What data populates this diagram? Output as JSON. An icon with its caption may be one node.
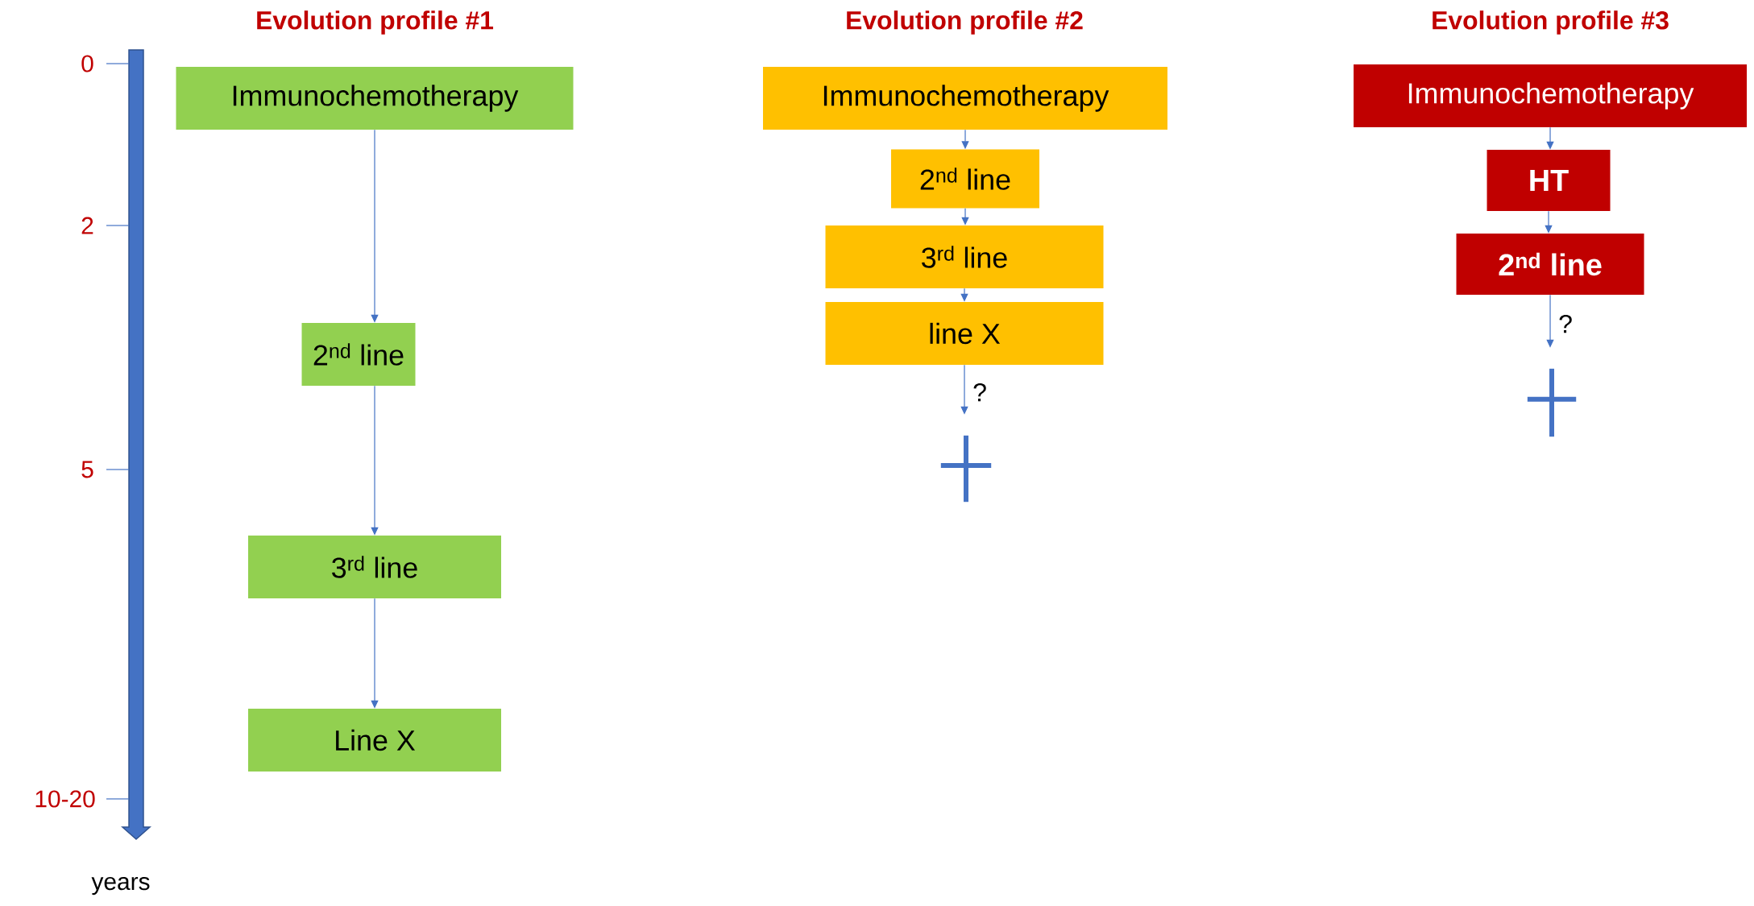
{
  "diagram": {
    "nodes": [
      {
        "text": [
          "Immunochemotherapy"
        ]
      },
      {
        "text": [
          "2$^{nd}$ line"
        ]
      },
      {
        "text": [
          "3$^{rd}$ line"
        ]
      },
      {
        "text": [
          "Line X"
        ]
      },
      {
        "text": [
          "Immunochemotherapy"
        ]
      },
      {
        "text": [
          "2$^{nd}$ line"
        ]
      },
      {
        "text": [
          "3$^{rd}$ line"
        ]
      },
      {
        "text": [
          "line X"
        ]
      },
      {
        "text": [],
        "shape": "cross"
      },
      {
        "text": [
          "Immunochemotherapy"
        ]
      },
      {
        "text": [
          "HT"
        ]
      },
      {
        "text": [
          "2$^{nd}$ line"
        ]
      },
      {
        "text": [],
        "shape": "cross"
      }
    ],
    "edges": [
      {
        "from": 0,
        "to": 1,
        "arrow": "to"
      },
      {
        "from": 1,
        "to": 2,
        "arrow": "to"
      },
      {
        "from": 2,
        "to": 3,
        "arrow": "to"
      },
      {
        "from": 4,
        "to": 5,
        "arrow": "to"
      },
      {
        "from": 5,
        "to": 6,
        "arrow": "to"
      },
      {
        "from": 6,
        "to": 7,
        "arrow": "to"
      },
      {
        "from": 7,
        "to": 8,
        "arrow": "to",
        "label": "?"
      },
      {
        "from": 9,
        "to": 10,
        "arrow": "to"
      },
      {
        "from": 10,
        "to": 11,
        "arrow": "to"
      },
      {
        "from": 11,
        "to": 12,
        "arrow": "to",
        "label": "?"
      }
    ],
    "labels": [
      "Evolution profile #1",
      "Evolution profile #2",
      "Evolution profile #3",
      "0",
      "2",
      "5",
      "10-20",
      "years"
    ]
  }
}
